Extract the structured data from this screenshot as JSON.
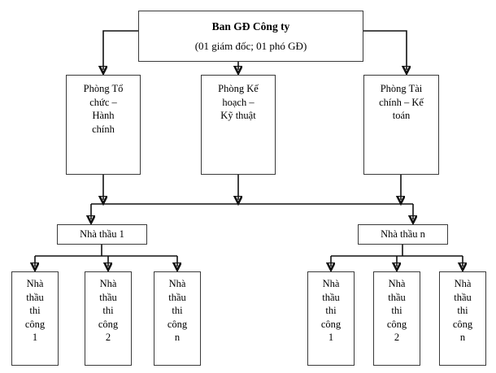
{
  "diagram": {
    "title": "So do to chuc",
    "type": "organizational-chart",
    "colors": {
      "background": "#ffffff",
      "border": "#3a3a3a",
      "connector": "#111111",
      "text": "#000000"
    },
    "root": {
      "title": "Ban GĐ Công ty",
      "subtitle": "(01 giám đốc; 01 phó GĐ)"
    },
    "departments": [
      {
        "label": "Phòng Tổ\nchức –\nHành\nchính"
      },
      {
        "label": "Phòng Kế\nhoạch –\nKỹ thuật"
      },
      {
        "label": "Phòng Tài\nchính – Kế\ntoán"
      }
    ],
    "contractors": [
      {
        "label": "Nhà thầu 1"
      },
      {
        "label": "Nhà thầu n"
      }
    ],
    "subcontractors_left": [
      {
        "label": "Nhà\nthầu\nthi\ncông\n1"
      },
      {
        "label": "Nhà\nthầu\nthi\ncông\n2"
      },
      {
        "label": "Nhà\nthầu\nthi\ncông\nn"
      }
    ],
    "subcontractors_right": [
      {
        "label": "Nhà\nthầu\nthi\ncông\n1"
      },
      {
        "label": "Nhà\nthầu\nthi\ncông\n2"
      },
      {
        "label": "Nhà\nthầu\nthi\ncông\nn"
      }
    ]
  }
}
